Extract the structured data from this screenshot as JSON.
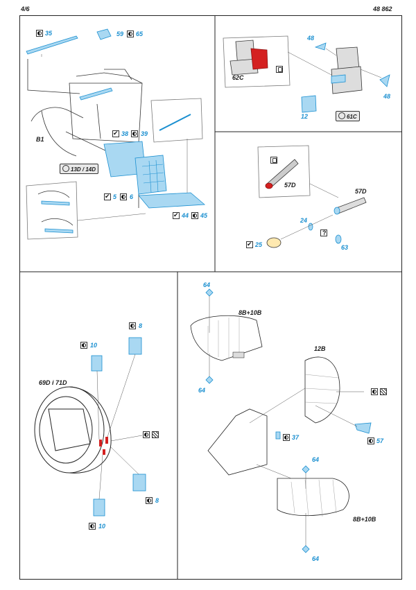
{
  "header": {
    "page": "4/6",
    "code": "48 862"
  },
  "labels": {
    "b1": "B1",
    "p35": "35",
    "p59": "59",
    "p65": "65",
    "p38": "38",
    "p39": "39",
    "tag_13d14d": "13D / 14D",
    "p5": "5",
    "p6": "6",
    "p44": "44",
    "p45": "45",
    "p48a": "48",
    "p48b": "48",
    "p62c": "62C",
    "p12": "12",
    "tag_61c": "61C",
    "p57d_a": "57D",
    "p57d_b": "57D",
    "p24": "24",
    "p25": "25",
    "p63": "63",
    "p8a": "8",
    "p10a": "10",
    "p69d71d": "69D i 71D",
    "p8b": "8",
    "p10b": "10",
    "p64a": "64",
    "p8b10b_a": "8B+10B",
    "p64b": "64",
    "p12b": "12B",
    "p37": "37",
    "p57": "57",
    "p64c": "64",
    "p8b10b_b": "8B+10B",
    "p64d": "64"
  },
  "colors": {
    "photoetch": "#a9d8f2",
    "blue_text": "#1a8fd0",
    "red_part": "#d42020"
  }
}
